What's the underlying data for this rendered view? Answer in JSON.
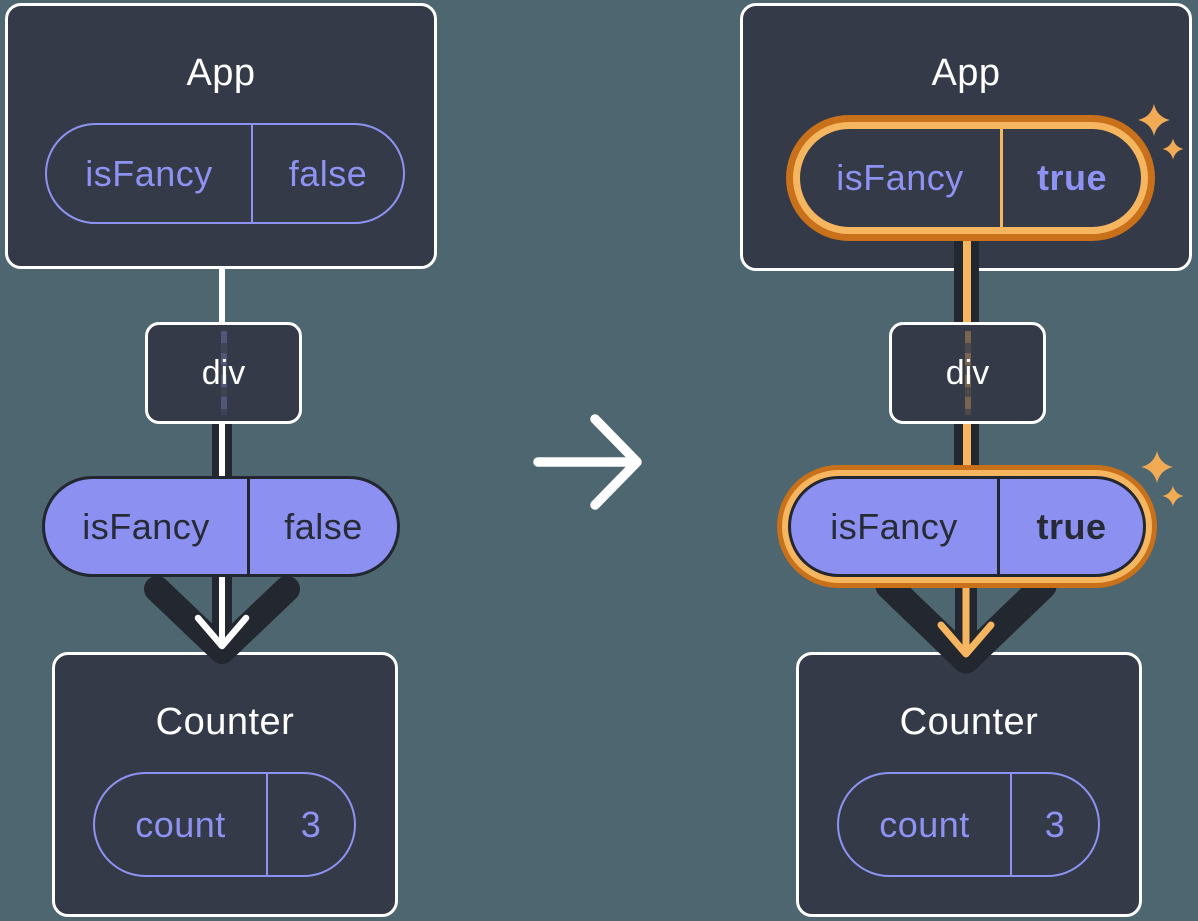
{
  "colors": {
    "bg": "#4d6670",
    "panel": "#343a47",
    "ink": "#23272f",
    "white": "#ffffff",
    "purple": "#8e93f3",
    "pill": "#8c90f1",
    "darktext": "#262b35",
    "odark": "#c8701a",
    "olight": "#f6b65f",
    "sparkle": "#f2ab55"
  },
  "icons": {
    "transition": "arrow-right-icon",
    "highlight": "sparkle-icon"
  },
  "before": {
    "app": {
      "title": "App",
      "prop": {
        "key": "isFancy",
        "value": "false"
      }
    },
    "host": {
      "label": "div"
    },
    "passed_prop": {
      "key": "isFancy",
      "value": "false"
    },
    "counter": {
      "title": "Counter",
      "state": {
        "key": "count",
        "value": "3"
      }
    }
  },
  "after": {
    "app": {
      "title": "App",
      "prop": {
        "key": "isFancy",
        "value": "true"
      }
    },
    "host": {
      "label": "div"
    },
    "passed_prop": {
      "key": "isFancy",
      "value": "true"
    },
    "counter": {
      "title": "Counter",
      "state": {
        "key": "count",
        "value": "3"
      }
    }
  }
}
